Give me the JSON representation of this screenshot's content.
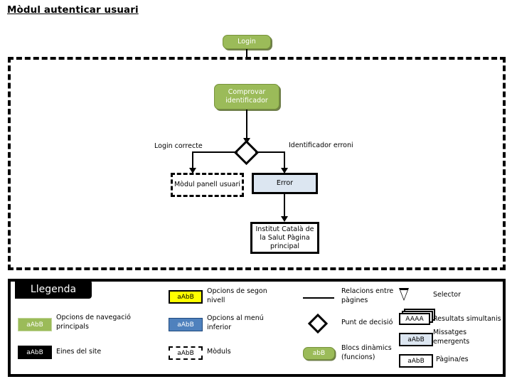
{
  "page": {
    "title": "Mòdul autenticar usuari"
  },
  "diagram": {
    "nodes": {
      "login": "Login",
      "check_identifier": "Comprovar identificador",
      "user_panel_module": "Mòdul panell usuari",
      "error": "Error",
      "main_page": "Institut Català de la Salut Pàgina principal"
    },
    "edge_labels": {
      "login_ok": "Login correcte",
      "identifier_error": "Identificador erroni"
    }
  },
  "legend": {
    "title": "Llegenda",
    "sample_text": "aAbB",
    "sample_text_short": "abB",
    "sample_text_stack": "AAAA",
    "items": [
      {
        "label": "Opcions de navegació principals",
        "swatch": "green-box"
      },
      {
        "label": "Eines del site",
        "swatch": "black-box"
      },
      {
        "label": "Opcions de segon nivell",
        "swatch": "yellow-box"
      },
      {
        "label": "Opcions al menú inferior",
        "swatch": "blue-box"
      },
      {
        "label": "Mòduls",
        "swatch": "dashed-box"
      },
      {
        "label": "Relacions entre pàgines",
        "swatch": "line"
      },
      {
        "label": "Punt de decisió",
        "swatch": "diamond"
      },
      {
        "label": "Blocs dinàmics (funcions)",
        "swatch": "green-rounded"
      },
      {
        "label": "Selector",
        "swatch": "trapezoid"
      },
      {
        "label": "Resultats simultanis",
        "swatch": "stacked-boxes"
      },
      {
        "label": "Missatges emergents",
        "swatch": "lightblue-box"
      },
      {
        "label": "Pàgina/es",
        "swatch": "white-box"
      }
    ]
  },
  "colors": {
    "green": "#9BBB59",
    "green_border": "#77933C",
    "yellow": "#FFFF00",
    "blue": "#4F81BD",
    "light_blue": "#DCE6F1",
    "black": "#000000"
  }
}
